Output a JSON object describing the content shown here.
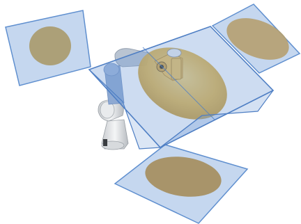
{
  "scene": {
    "background": "#ffffff",
    "colors": {
      "plane_fill": "#c5d7ef",
      "plane_stroke": "#5f8fcf",
      "projection_fill": "#a89a6a",
      "ellipsoid_fill": "#e8b73a",
      "box_fill": "#6f9ad8",
      "box_stroke": "#4f7fc4",
      "robot_light": "#eef0f2",
      "robot_shade": "#b4b9be",
      "robot_joint": "#2a2d31",
      "robot_blue": "#7f9fcf"
    },
    "objects": [
      "left-projection-plane",
      "top-right-projection-plane",
      "bottom-projection-plane",
      "robot-arm",
      "uncertainty-ellipsoid",
      "bounding-box"
    ]
  }
}
